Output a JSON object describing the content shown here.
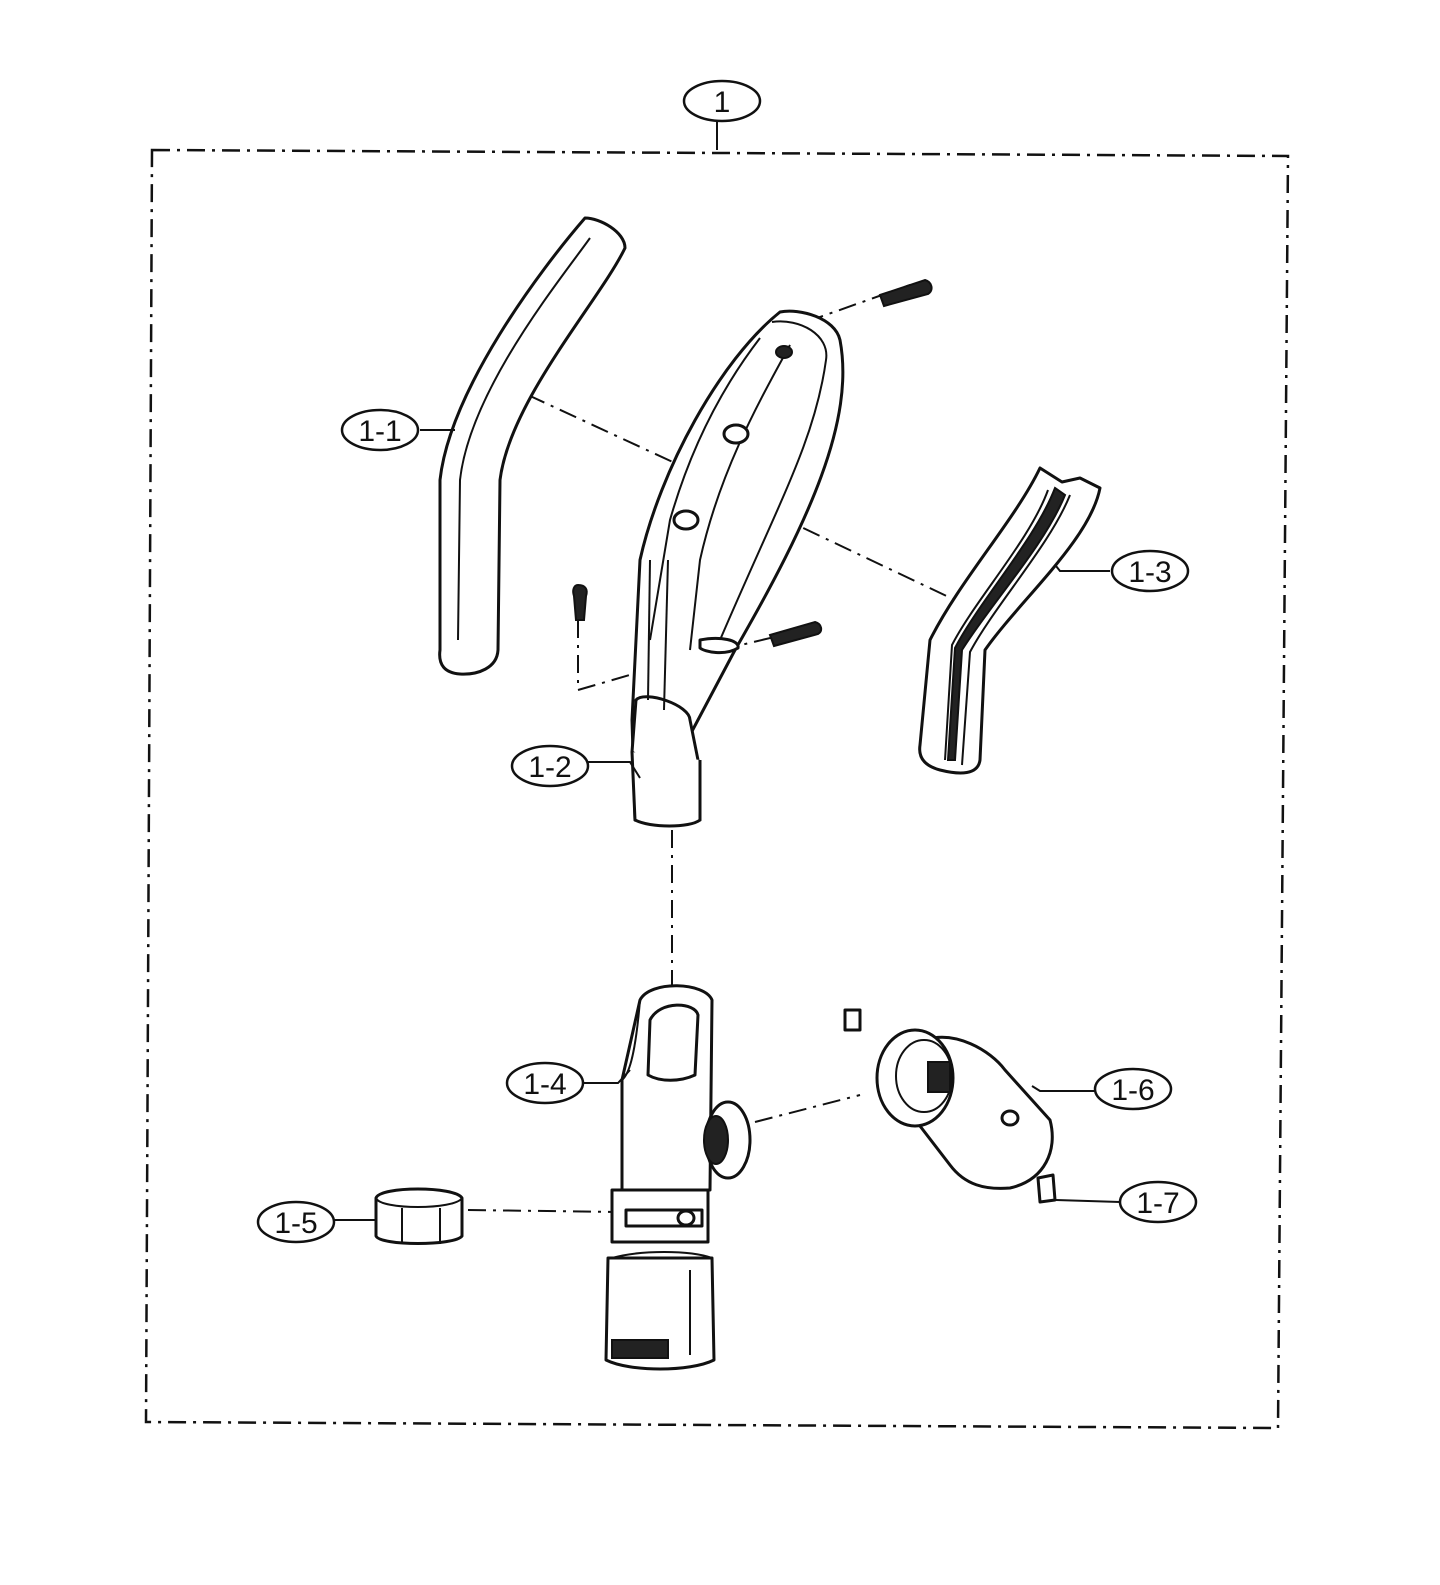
{
  "callouts": {
    "assembly": "1",
    "grip_cover": "1-1",
    "handle_body": "1-2",
    "handle_cover": "1-3",
    "connector_pipe": "1-4",
    "clip_ring": "1-5",
    "swivel_joint": "1-6",
    "small_pad": "1-7"
  }
}
